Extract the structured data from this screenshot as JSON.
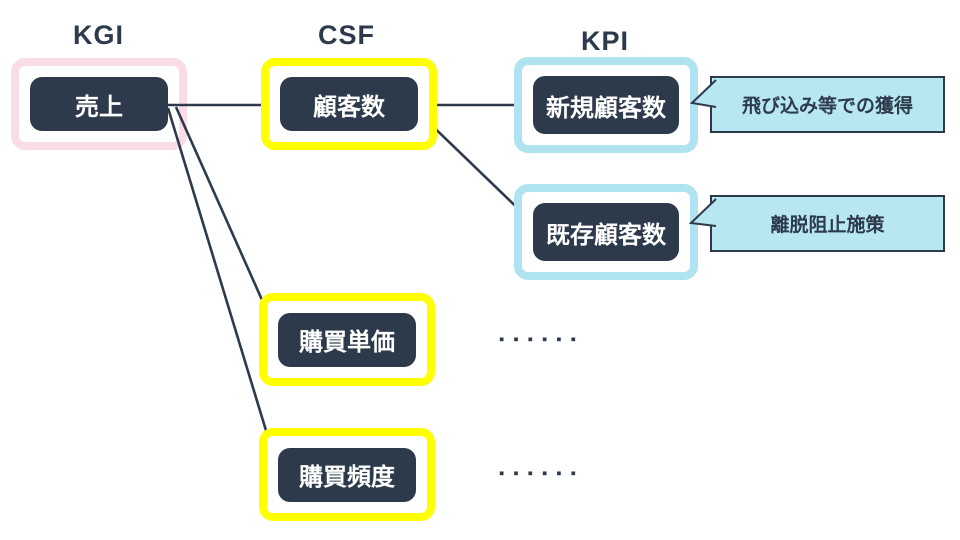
{
  "headers": {
    "kgi": "KGI",
    "csf": "CSF",
    "kpi": "KPI"
  },
  "nodes": {
    "sales": {
      "label": "売上"
    },
    "customers": {
      "label": "顧客数"
    },
    "new_customers": {
      "label": "新規顧客数"
    },
    "existing_customers": {
      "label": "既存顧客数"
    },
    "unit_price": {
      "label": "購買単価"
    },
    "frequency": {
      "label": "購買頻度"
    }
  },
  "callouts": {
    "new_customers_note": "飛び込み等での獲得",
    "existing_customers_note": "離脱阻止施策"
  },
  "ellipsis": {
    "row1": "▪▪▪▪▪▪",
    "row2": "▪▪▪▪▪▪"
  },
  "colors": {
    "dark_navy": "#2d3a4c",
    "kgi_frame_pink": "#fadce6",
    "csf_frame_yellow": "#ffff00",
    "kpi_frame_blue": "#aee3ef",
    "callout_fill_blue": "#b7e8f2",
    "text_white": "#ffffff"
  }
}
